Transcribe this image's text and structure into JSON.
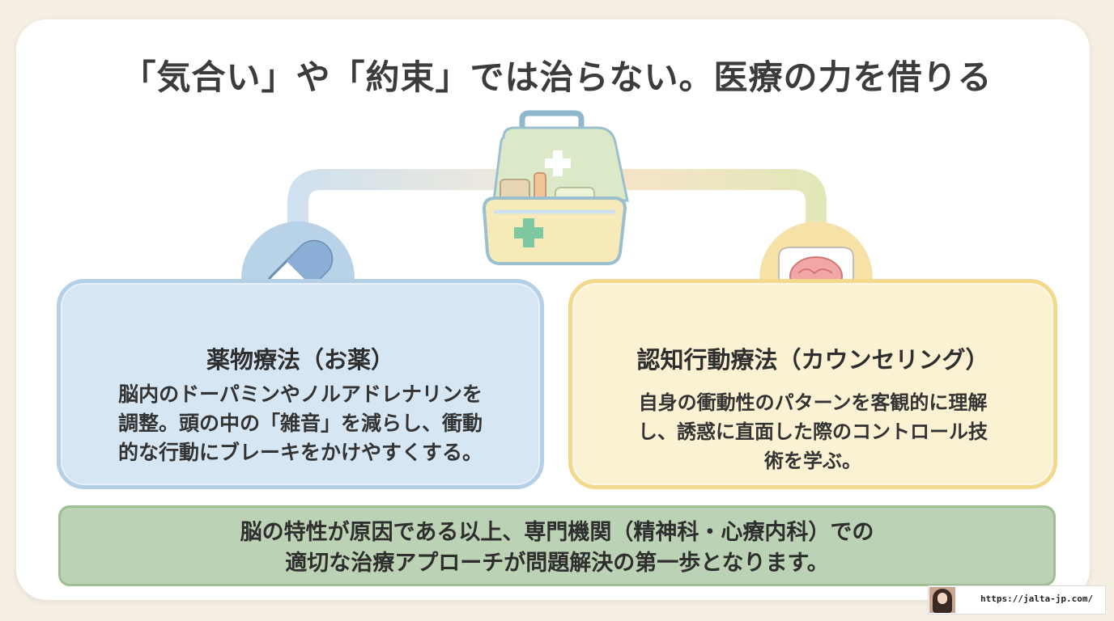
{
  "title": "「気合い」や「約束」では治らない。医療の力を借りる",
  "left_card": {
    "heading": "薬物療法（お薬）",
    "lines": [
      "脳内のドーパミンやノルアドレナリンを",
      "調整。頭の中の「雑音」を減らし、衝動",
      "的な行動にブレーキをかけやすくする。"
    ]
  },
  "right_card": {
    "heading": "認知行動療法（カウンセリング）",
    "lines": [
      "自身の衝動性のパターンを客観的に理解",
      "し、誘惑に直面した際のコントロール技",
      "術を学ぶ。"
    ]
  },
  "bottom_note": {
    "lines": [
      "脳の特性が原因である以上、専門機関（精神科・心療内科）での",
      "適切な治療アプローチが問題解決の第一歩となります。"
    ]
  },
  "footer": {
    "url": "https://jalta-jp.com/"
  },
  "icons": [
    "first-aid-kit-icon",
    "capsule-icon",
    "brain-icon",
    "avatar-icon"
  ],
  "colors": {
    "background": "#f4eee3",
    "blue_card": "#d6e6f3",
    "yellow_card": "#fbf1d3",
    "green_note": "#bcd2b4"
  }
}
